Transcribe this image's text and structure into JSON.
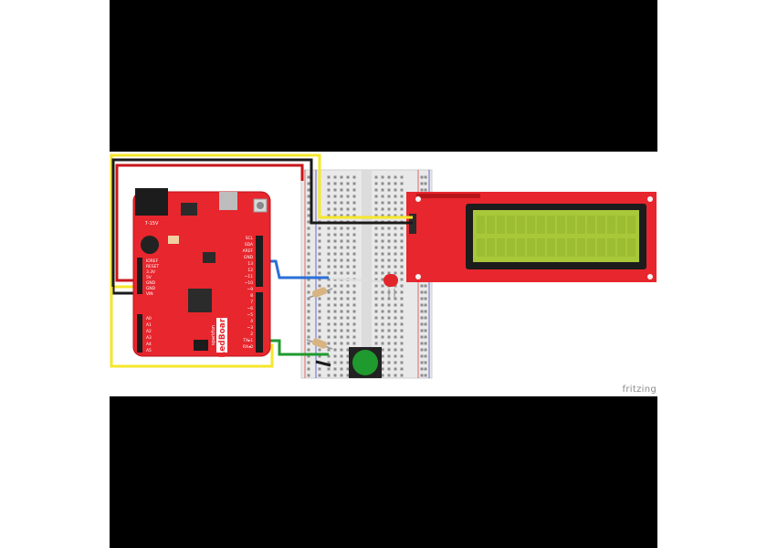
{
  "board": {
    "name": "RedBoard",
    "brand": "sparkfun",
    "power_label": "7-15V",
    "left_pins": [
      "IOREF",
      "RESET",
      "3.3V",
      "5V",
      "GND",
      "GND",
      "VIN"
    ],
    "analog_pins": [
      "A0",
      "A1",
      "A2",
      "A3",
      "A4",
      "A5"
    ],
    "right_pins": [
      "SCL",
      "SDA",
      "AREF",
      "GND",
      "13",
      "12",
      "~11",
      "~10",
      "~9",
      "8",
      "7",
      "~6",
      "~5",
      "4",
      "~3",
      "2",
      "TX▸1",
      "RX◂0"
    ]
  },
  "watermark": "fritzing",
  "colors": {
    "board": "#e8262d",
    "board_dark": "#b8151b",
    "wire_yellow": "#f5e72a",
    "wire_red": "#c8171c",
    "wire_black": "#1a1a1a",
    "wire_blue": "#2a6fd6",
    "wire_green": "#1f9a2e",
    "lcd_screen": "#a8c83a",
    "button_cap": "#1f9a2e",
    "led": "#e0262b",
    "breadboard": "#e9e9e9"
  }
}
